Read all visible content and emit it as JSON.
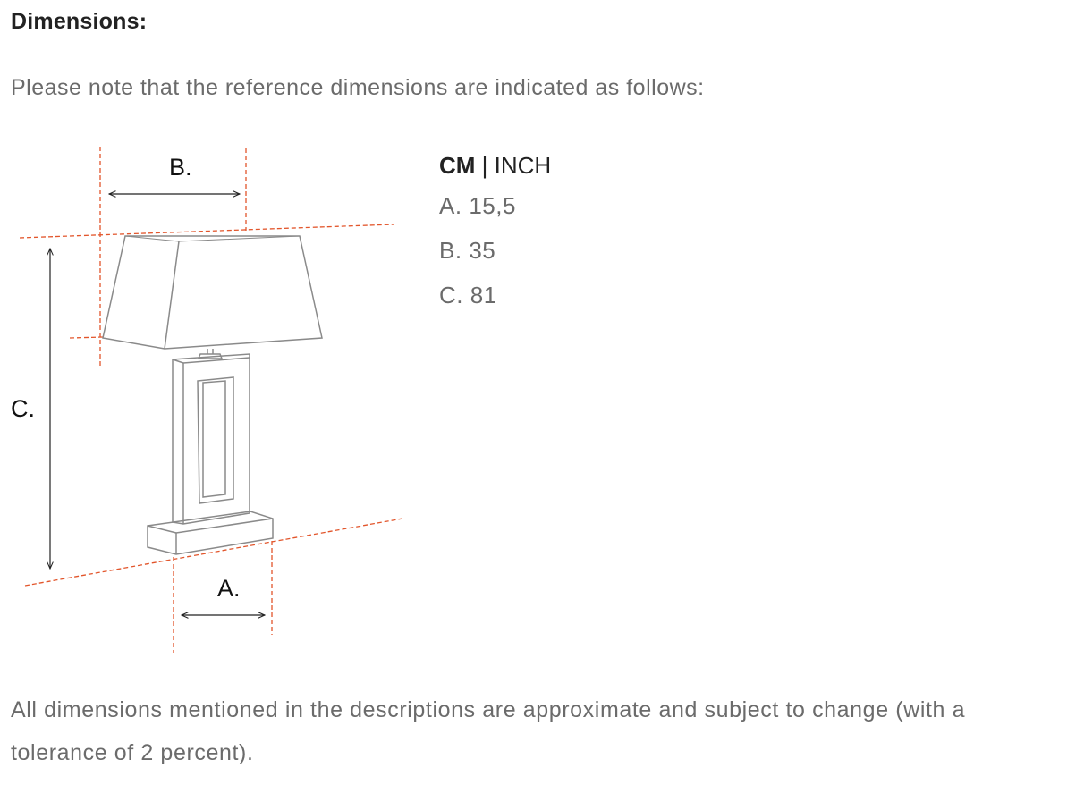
{
  "heading": "Dimensions:",
  "intro": "Please note that the reference dimensions are indicated as follows:",
  "diagram": {
    "label_a": "A.",
    "label_b": "B.",
    "label_c": "C.",
    "guide_color": "#e2552b",
    "line_color": "#8a8a8a"
  },
  "units": {
    "primary": "CM",
    "separator": " | ",
    "secondary": "INCH"
  },
  "dimensions": [
    {
      "label": "A.",
      "value": "15,5"
    },
    {
      "label": "B.",
      "value": "35"
    },
    {
      "label": "C.",
      "value": "81"
    }
  ],
  "footer": "All dimensions mentioned in the descriptions are approximate and subject to change (with a tolerance of 2 percent)."
}
